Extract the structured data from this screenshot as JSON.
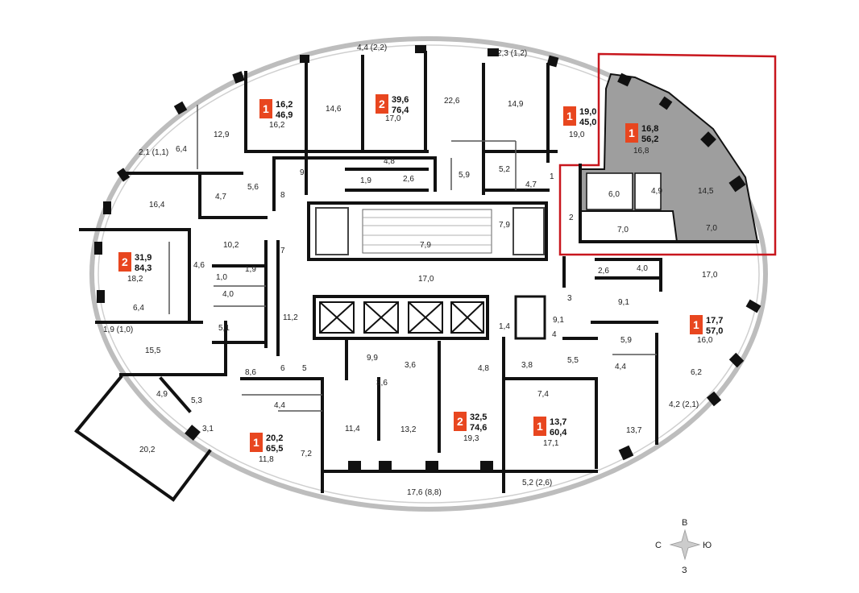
{
  "plan": {
    "highlight_color": "#c8161d",
    "badge_color": "#e8461f",
    "selected_fill": "#9e9e9e",
    "wall_color": "#111111"
  },
  "apartments": [
    {
      "rooms": "1",
      "total": "16,2",
      "area": "46,9"
    },
    {
      "rooms": "2",
      "total": "39,6",
      "area": "76,4"
    },
    {
      "rooms": "1",
      "total": "19,0",
      "area": "45,0"
    },
    {
      "rooms": "1",
      "total": "16,8",
      "area": "56,2"
    },
    {
      "rooms": "2",
      "total": "31,9",
      "area": "84,3"
    },
    {
      "rooms": "1",
      "total": "17,7",
      "area": "57,0"
    },
    {
      "rooms": "2",
      "total": "32,5",
      "area": "74,6"
    },
    {
      "rooms": "1",
      "total": "13,7",
      "area": "60,4"
    },
    {
      "rooms": "1",
      "total": "20,2",
      "area": "65,5"
    }
  ],
  "rooms": [
    "4,4 (2,2)",
    "2,3 (1,2)",
    "22,6",
    "14,6",
    "17,0",
    "16,2",
    "12,9",
    "14,9",
    "19,0",
    "16,8",
    "6,4",
    "2,1 (1,1)",
    "4,8",
    "1,9",
    "2,6",
    "5,9",
    "5,2",
    "4,7",
    "4,7",
    "5,6",
    "16,4",
    "6,0",
    "4,9",
    "14,5",
    "7,9",
    "7,0",
    "7,0",
    "10,2",
    "7,9",
    "4,6",
    "1,9",
    "1,0",
    "18,2",
    "4,0",
    "17,0",
    "2,6",
    "4,0",
    "17,0",
    "6,4",
    "5,1",
    "11,2",
    "9,1",
    "1,9 (1,0)",
    "15,5",
    "1,4",
    "9,1",
    "16,0",
    "9,9",
    "3,6",
    "4,8",
    "3,8",
    "5,9",
    "5,5",
    "8,6",
    "3,6",
    "4,4",
    "6,2",
    "4,9",
    "5,3",
    "4,4",
    "7,4",
    "4,2 (2,1)",
    "11,4",
    "13,2",
    "19,3",
    "17,1",
    "13,7",
    "3,1",
    "11,8",
    "7,2",
    "20,2",
    "17,6 (8,8)",
    "5,2 (2,6)"
  ],
  "door_numbers": [
    "1",
    "2",
    "3",
    "4",
    "5",
    "6",
    "7",
    "8",
    "9"
  ],
  "compass": {
    "north": "В",
    "south": "З",
    "west": "С",
    "east": "Ю"
  }
}
